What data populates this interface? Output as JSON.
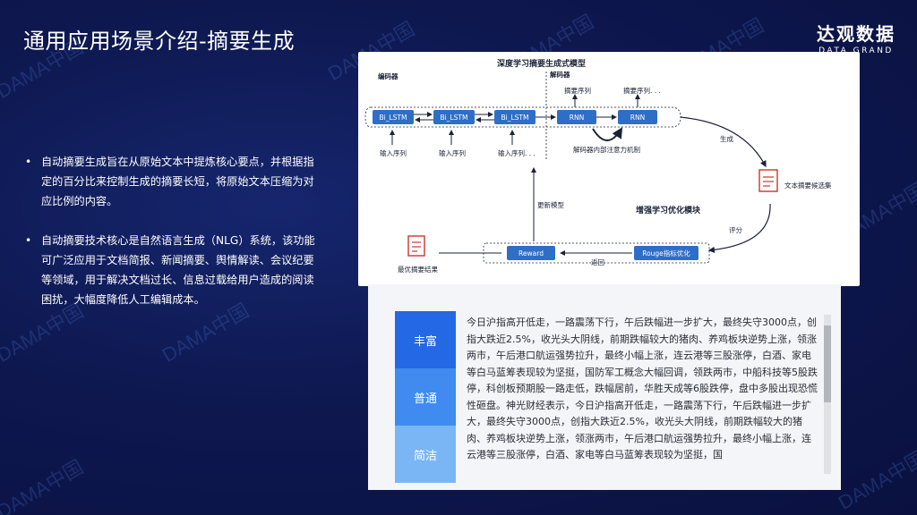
{
  "header": {
    "title": "通用应用场景介绍-摘要生成"
  },
  "brand": {
    "name_cn": "达观数据",
    "name_en": "DATA GRAND"
  },
  "bullets": [
    "自动摘要生成旨在从原始文本中提炼核心要点，并根据指定的百分比来控制生成的摘要长短，将原始文本压缩为对应比例的内容。",
    "自动摘要技术核心是自然语言生成（NLG）系统，该功能可广泛应用于文档简报、新闻摘要、舆情解读、会议纪要等领域，用于解决文档过长、信息过载给用户造成的阅读困扰，大幅度降低人工编辑成本。"
  ],
  "diagram": {
    "title": "深度学习摘要生成式模型",
    "encoder_label": "编码器",
    "decoder_label": "解码器",
    "bilstm": [
      "Bi_LSTM",
      "Bi_LSTM",
      "Bi_LSTM"
    ],
    "rnn": [
      "RNN",
      "RNN"
    ],
    "inputs": [
      "输入序列",
      "输入序列",
      "输入序列. . ."
    ],
    "summary_seq": [
      "摘要序列",
      "摘要序列. . ."
    ],
    "attention": "解码器内部注意力机制",
    "generate": "生成",
    "candidates": "文本摘要候选集",
    "rl_title": "增强学习优化模块",
    "score": "评分",
    "update": "更新模型",
    "reward": "Reward",
    "rouge": "Rouge指标优化",
    "back": "返回",
    "best": "最优摘要结果"
  },
  "examples": {
    "levels": [
      "丰富",
      "普通",
      "简洁"
    ],
    "text": "今日沪指高开低走，一路震荡下行，午后跌幅进一步扩大，最终失守3000点，创指大跌近2.5%，收光头大阴线，前期跌幅较大的猪肉、养鸡板块逆势上涨，领涨两市，午后港口航运强势拉升，最终小幅上涨，连云港等三股涨停，白酒、家电等白马蓝筹表现较为坚挺，国防军工概念大幅回调，领跌两市，中船科技等5股跌停，科创板预期股一路走低，跌幅居前，华胜天成等6股跌停，盘中多股出现恐慌性砸盘。神光财经表示，今日沪指高开低走，一路震荡下行，午后跌幅进一步扩大，最终失守3000点，创指大跌近2.5%，收光头大阴线，前期跌幅较大的猪肉、养鸡板块逆势上涨，领涨两市，午后港口航运强势拉升，最终小幅上涨，连云港等三股涨停，白酒、家电等白马蓝筹表现较为坚挺，国"
  },
  "watermark": "DAMA中国"
}
